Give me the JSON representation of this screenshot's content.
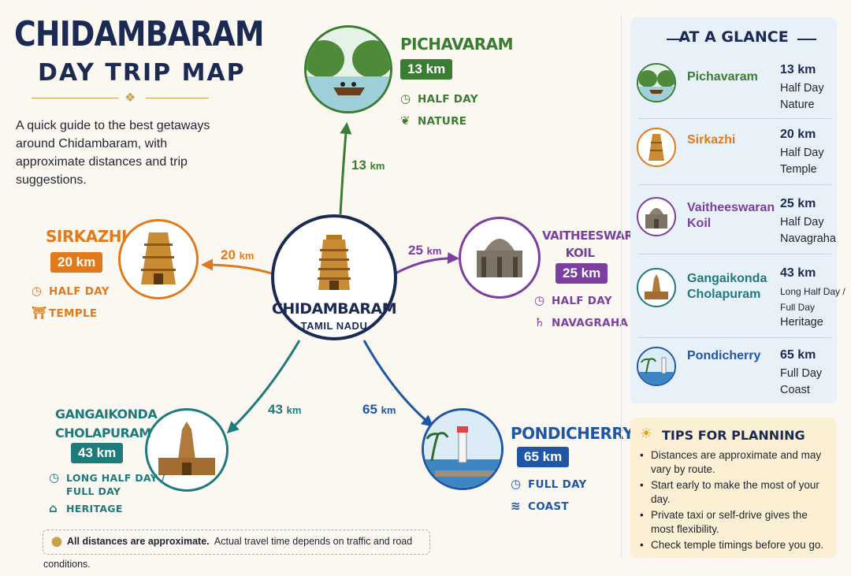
{
  "title": {
    "line1": "CHIDAMBARAM",
    "line2": "DAY TRIP MAP",
    "intro": "A quick guide to the best getaways around Chidambaram, with approximate distances and trip suggestions."
  },
  "center": {
    "name": "CHIDAMBARAM",
    "subtitle": "TAMIL NADU"
  },
  "destinations": {
    "pichavaram": {
      "name": "PICHAVARAM",
      "km": "13 km",
      "route_km": "13",
      "duration": "HALF DAY",
      "type": "NATURE",
      "color": "#3a7d32"
    },
    "sirkazhi": {
      "name": "SIRKAZHI",
      "km": "20 km",
      "route_km": "20",
      "duration": "HALF DAY",
      "type": "TEMPLE",
      "color": "#e07a1c"
    },
    "vaitheeswaran": {
      "name1": "VAITHEESWARAN",
      "name2": "KOIL",
      "km": "25 km",
      "route_km": "25",
      "duration": "HALF DAY",
      "type": "NAVAGRAHA",
      "color": "#7b3fa0"
    },
    "gangaikonda": {
      "name1": "GANGAIKONDA",
      "name2": "CHOLAPURAM",
      "km": "43 km",
      "route_km": "43",
      "duration1": "LONG HALF DAY /",
      "duration2": "FULL DAY",
      "type": "HERITAGE",
      "color": "#1f7a7c"
    },
    "pondicherry": {
      "name": "PONDICHERRY",
      "km": "65 km",
      "route_km": "65",
      "duration": "FULL DAY",
      "type": "COAST",
      "color": "#1f57a6"
    }
  },
  "route_unit": "km",
  "glance": {
    "title": "AT A GLANCE",
    "rows": [
      {
        "name": "Pichavaram",
        "km": "13 km",
        "duration": "Half Day",
        "type": "Nature",
        "color": "#3a7d32"
      },
      {
        "name": "Sirkazhi",
        "km": "20 km",
        "duration": "Half Day",
        "type": "Temple",
        "color": "#e07a1c"
      },
      {
        "name1": "Vaitheeswaran",
        "name2": "Koil",
        "km": "25 km",
        "duration": "Half Day",
        "type": "Navagraha",
        "color": "#7b3fa0"
      },
      {
        "name1": "Gangaikonda",
        "name2": "Cholapuram",
        "km": "43 km",
        "duration1": "Long Half Day /",
        "duration2": "Full Day",
        "type": "Heritage",
        "color": "#1f7a7c"
      },
      {
        "name": "Pondicherry",
        "km": "65 km",
        "duration": "Full Day",
        "type": "Coast",
        "color": "#1f57a6"
      }
    ]
  },
  "tips": {
    "title": "TIPS FOR PLANNING",
    "items": [
      "Distances are approximate and may vary by route.",
      "Start early to make the most of your day.",
      "Private taxi or self-drive gives the most flexibility.",
      "Check temple timings before you go."
    ]
  },
  "footnote": {
    "bold": "All distances are approximate.",
    "rest": "Actual travel time depends on traffic and road conditions."
  },
  "colors": {
    "navy": "#1b2a52",
    "gold": "#c8a14a",
    "temple": "#c98b34"
  }
}
